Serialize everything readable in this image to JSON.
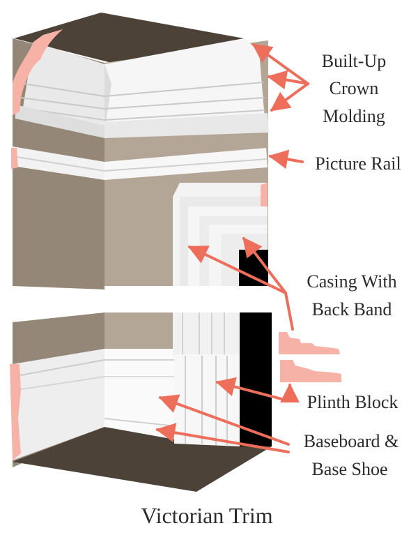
{
  "title": "Victorian Trim",
  "labels": {
    "crown": [
      "Built-Up",
      "Crown",
      "Molding"
    ],
    "picture_rail": "Picture Rail",
    "casing": [
      "Casing With",
      "Back Band"
    ],
    "plinth": "Plinth Block",
    "baseboard": [
      "Baseboard &",
      "Base Shoe"
    ]
  },
  "colors": {
    "wall": "#b3a696",
    "wall_dark": "#958777",
    "ceiling": "#4d4238",
    "floor": "#4d4238",
    "trim": "#f4f4f4",
    "profile": "#f7b2a7",
    "arrow": "#ec6e5b",
    "door_opening": "#000000"
  }
}
